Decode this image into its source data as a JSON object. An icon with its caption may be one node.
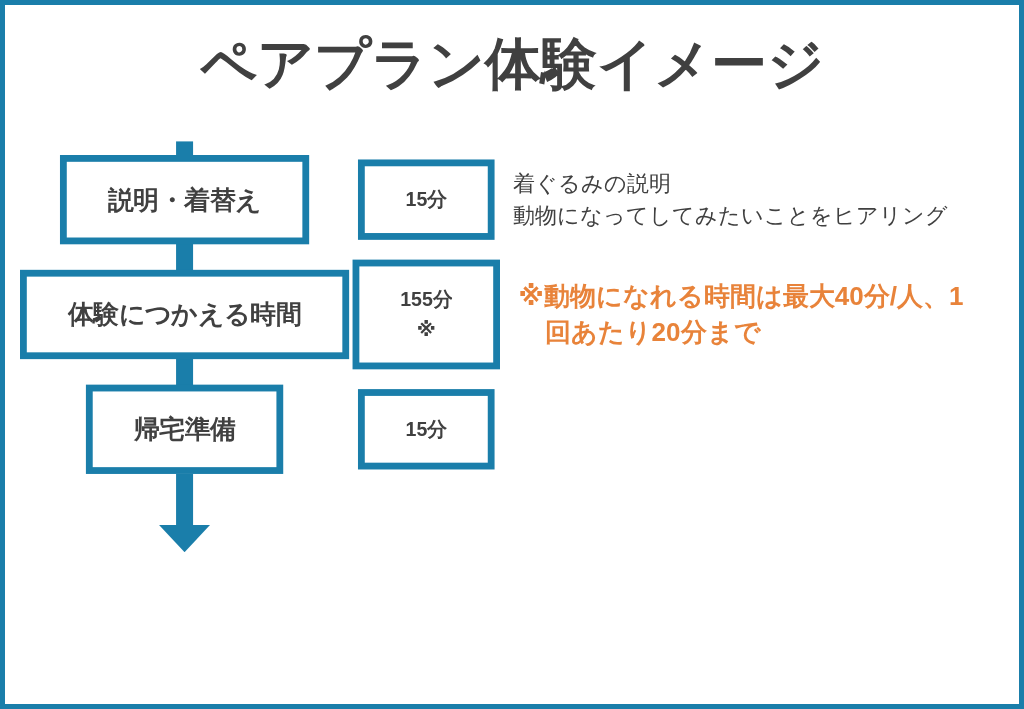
{
  "diagram": {
    "title": "ペアプラン体験イメージ",
    "nodes": [
      {
        "text": [
          "説明・着替え"
        ]
      },
      {
        "text": [
          "15分"
        ],
        "beside": [
          "着ぐるみの説明",
          "動物になってしてみたいことをヒアリング"
        ]
      },
      {
        "text": [
          "体験につかえる時間"
        ]
      },
      {
        "text": [
          "155分",
          "※"
        ],
        "beside": [
          "※動物になれる時間は最大40分/人、1回あたり20分まで"
        ]
      },
      {
        "text": [
          "帰宅準備"
        ]
      },
      {
        "text": [
          "15分"
        ]
      }
    ],
    "edges": [
      {
        "from": null,
        "to": 0,
        "arrow": "none"
      },
      {
        "from": 0,
        "to": 2,
        "arrow": "none"
      },
      {
        "from": 2,
        "to": 4,
        "arrow": "none"
      },
      {
        "from": 4,
        "to": null,
        "arrow": "to"
      }
    ]
  }
}
